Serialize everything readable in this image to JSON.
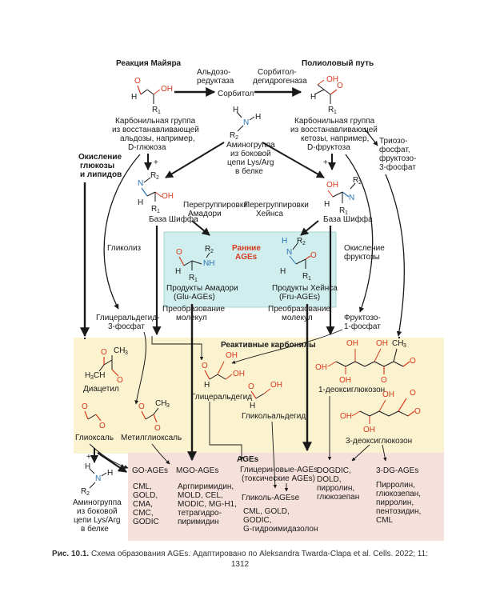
{
  "colors": {
    "red": "#d63a1f",
    "blue": "#2a72b5",
    "early_box": "#cfeeed",
    "reactive_box": "#fbf2cf",
    "ages_box": "#f6e0dc"
  },
  "top": {
    "maillard": "Реакция Майяра",
    "polyol": "Полиоловый путь",
    "aldose_reductase_1": "Альдозо-",
    "aldose_reductase_2": "редуктаза",
    "sorbitol": "Сорбитол",
    "sdh_1": "Сорбитол-",
    "sdh_2": "дегидрогеназа"
  },
  "left_carbonyl": [
    "Карбонильная группа",
    "из восстанавливающей",
    "альдозы, например,",
    "D-глюкоза"
  ],
  "right_carbonyl": [
    "Карбонильная группа",
    "из восстанавливающей",
    "кетозы, например,",
    "D-фруктоза"
  ],
  "amino_top": [
    "Аминогруппа",
    "из боковой",
    "цепи Lys/Arg",
    "в белке"
  ],
  "oxidation": [
    "Окисление",
    "глюкозы",
    "и липидов"
  ],
  "triose": [
    "Триозо-",
    "фосфат,",
    "фруктозо-",
    "3-фосфат"
  ],
  "amadori_rearr": [
    "Перегруппировки",
    "Амадори"
  ],
  "heyns_rearr": [
    "Перегруппировки",
    "Хейнса"
  ],
  "schiff_left": "База Шиффа",
  "schiff_right": "База Шиффа",
  "glycolysis": "Гликолиз",
  "fructose_oxidation": [
    "Окисление",
    "фруктозы"
  ],
  "early_ages": [
    "Ранние",
    "AGEs"
  ],
  "amadori_products": [
    "Продукты Амадори",
    "(Glu-AGEs)"
  ],
  "heyns_products": [
    "Продукты Хейнса",
    "(Fru-AGEs)"
  ],
  "ga3p": [
    "Глицеральдегид-",
    "3-фосфат"
  ],
  "mol_transform_left": [
    "Преобразование",
    "молекул"
  ],
  "mol_transform_right": [
    "Преобразование",
    "молекул"
  ],
  "f1p": [
    "Фруктозо-",
    "1-фосфат"
  ],
  "reactive_carbonyls": "Реактивные карбонилы",
  "diacetyl": "Диацетил",
  "glyceraldehyde": "Глицеральдегид",
  "glycolaldehyde": "Гликольальдегид",
  "deoxyglucosone_1": "1-деоксиглюкозон",
  "deoxyglucosone_3": "3-деоксиглюкозон",
  "glyoxal": "Глиоксаль",
  "methylglyoxal": "Метилглиоксаль",
  "ages_title": "AGEs",
  "amino_bottom": [
    "Аминогруппа",
    "из боковой",
    "цепи Lys/Arg",
    "в белке"
  ],
  "go_ages": {
    "title": "GO-AGEs",
    "items": [
      "CML,",
      "GOLD,",
      "CMA,",
      "CMC,",
      "GODIC"
    ]
  },
  "mgo_ages": {
    "title": "MGO-AGEs",
    "items": [
      "Аргпиримидин,",
      "MOLD, CEL,",
      "MODIC, MG-H1,",
      "тетрагидро-",
      "пиримидин"
    ]
  },
  "glyceric_ages": {
    "title": [
      "Глицериновые-AGEs",
      "(токсические AGEs)"
    ]
  },
  "glycol_ages": {
    "title": "Гликоль-AGEse",
    "items": [
      "CML, GOLD,",
      "GODIC,",
      "G-гидроимидазолон"
    ]
  },
  "dogdic": [
    "DOGDIC,",
    "DOLD,",
    "пирролин,",
    "глюкозепан"
  ],
  "dg3_ages": {
    "title": "3-DG-AGEs",
    "items": [
      "Пирролин,",
      "глюкозепан,",
      "пирролин,",
      "пентозидин,",
      "CML"
    ]
  },
  "atoms": {
    "O": "O",
    "OH": "OH",
    "H": "H",
    "N": "N",
    "NH": "NH",
    "R": "R",
    "sub1": "1",
    "sub2": "2",
    "CH": "CH",
    "sub3": "3",
    "plus": "+"
  },
  "caption": {
    "label": "Рис. 10.1.",
    "text": "Схема образования AGEs. Адаптировано по Aleksandra Twarda-Clapa et al. Cells. 2022; 11: 1312"
  }
}
